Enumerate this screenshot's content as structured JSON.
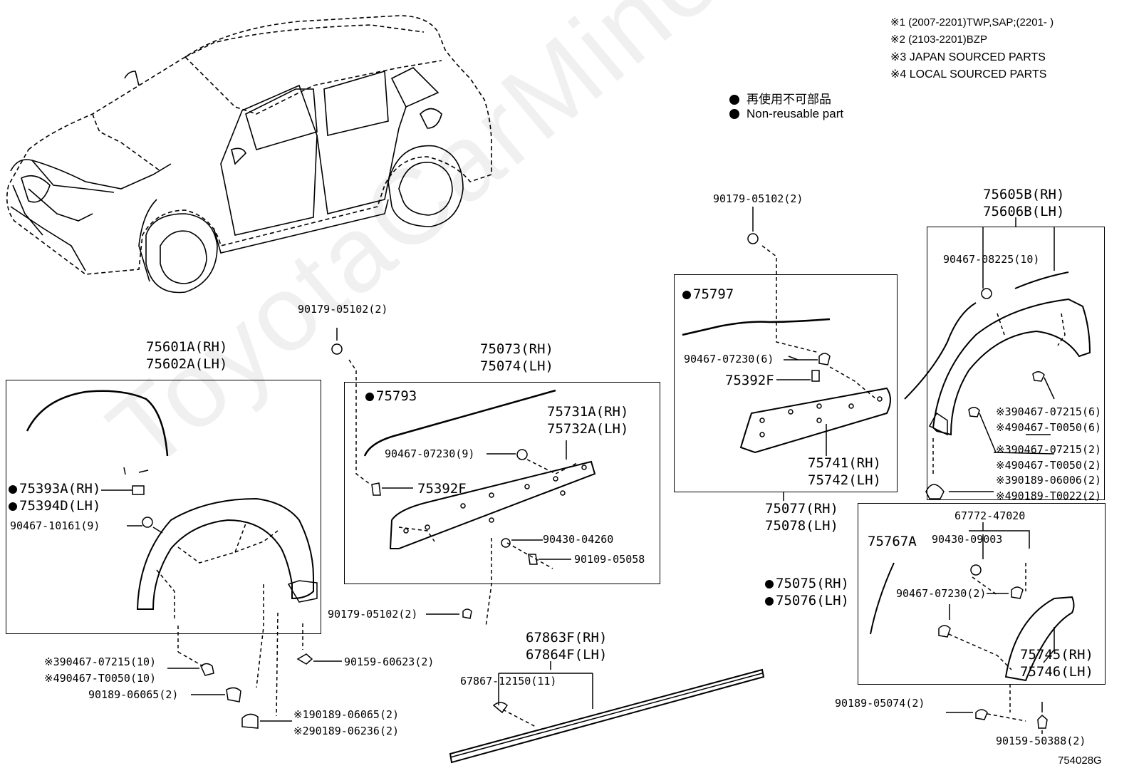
{
  "watermark": "ToyotaCarMine.ru",
  "notes": [
    "※1 (2007-2201)TWP,SAP;(2201-      )",
    "※2 (2103-2201)BZP",
    "※3 JAPAN SOURCED PARTS",
    "※4 LOCAL SOURCED PARTS"
  ],
  "legend": {
    "jp": "再使用不可部品",
    "en": "Non-reusable part"
  },
  "figure_code": "754028G",
  "labels": {
    "l75601": "75601A(RH)",
    "l75602": "75602A(LH)",
    "l75393": "75393A(RH)",
    "l75394": "75394D(LH)",
    "l90467_10161": "90467-10161(9)",
    "l390467_a": "※390467-07215(10)",
    "l490467_a": "※490467-T0050(10)",
    "l90189_06065": "90189-06065(2)",
    "l190189": "※190189-06065(2)",
    "l290189": "※290189-06236(2)",
    "l90159_60623": "90159-60623(2)",
    "l90179_top": "90179-05102(2)",
    "l75073": "75073(RH)",
    "l75074": "75074(LH)",
    "l75793": "75793",
    "l75731": "75731A(RH)",
    "l75732": "75732A(LH)",
    "l90467_07230_9": "90467-07230(9)",
    "l75392f_a": "75392F",
    "l90430_04260": "90430-04260",
    "l90109_05058": "90109-05058",
    "l90179_mid": "90179-05102(2)",
    "l67863": "67863F(RH)",
    "l67864": "67864F(LH)",
    "l67867": "67867-12150(11)",
    "l90179_right": "90179-05102(2)",
    "l75797": "75797",
    "l90467_07230_6": "90467-07230(6)",
    "l75392f_b": "75392F",
    "l75741": "75741(RH)",
    "l75742": "75742(LH)",
    "l75077": "75077(RH)",
    "l75078": "75078(LH)",
    "l75605": "75605B(RH)",
    "l75606": "75606B(LH)",
    "l90467_08225": "90467-08225(10)",
    "l390467_b": "※390467-07215(6)",
    "l490467_b": "※490467-T0050(6)",
    "l390467_c": "※390467-07215(2)",
    "l490467_c": "※490467-T0050(2)",
    "l390189": "※390189-06006(2)",
    "l490189": "※490189-T0022(2)",
    "l67772": "67772-47020",
    "l75767": "75767A",
    "l90430_09003": "90430-09003",
    "l75075": "75075(RH)",
    "l75076": "75076(LH)",
    "l90467_07230_2": "90467-07230(2)",
    "l75745": "75745(RH)",
    "l75746": "75746(LH)",
    "l90189_05074": "90189-05074(2)",
    "l90159_50388": "90159-50388(2)"
  }
}
